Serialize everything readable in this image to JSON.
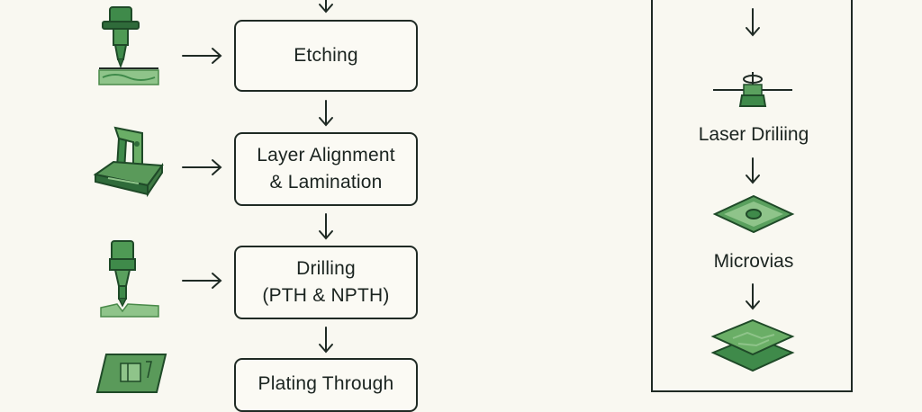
{
  "main_flow": {
    "steps": [
      {
        "lines": [
          "Etching"
        ]
      },
      {
        "lines": [
          "Layer Alignment",
          "& Lamination"
        ]
      },
      {
        "lines": [
          "Drilling",
          "(PTH & NPTH)"
        ]
      },
      {
        "lines": [
          "Plating Through"
        ]
      }
    ]
  },
  "side_panel": {
    "labels": [
      "Laser Driliing",
      "Microvias"
    ]
  },
  "colors": {
    "green_dark": "#2f6b3a",
    "green_mid": "#5a9a5a",
    "green_light": "#8fc48a",
    "ink": "#1f2a24"
  },
  "icons": [
    "etching-tool-icon",
    "lamination-press-icon",
    "drill-bit-icon",
    "plating-board-icon",
    "laser-drill-icon",
    "microvia-board-icon",
    "stacked-layers-icon"
  ]
}
